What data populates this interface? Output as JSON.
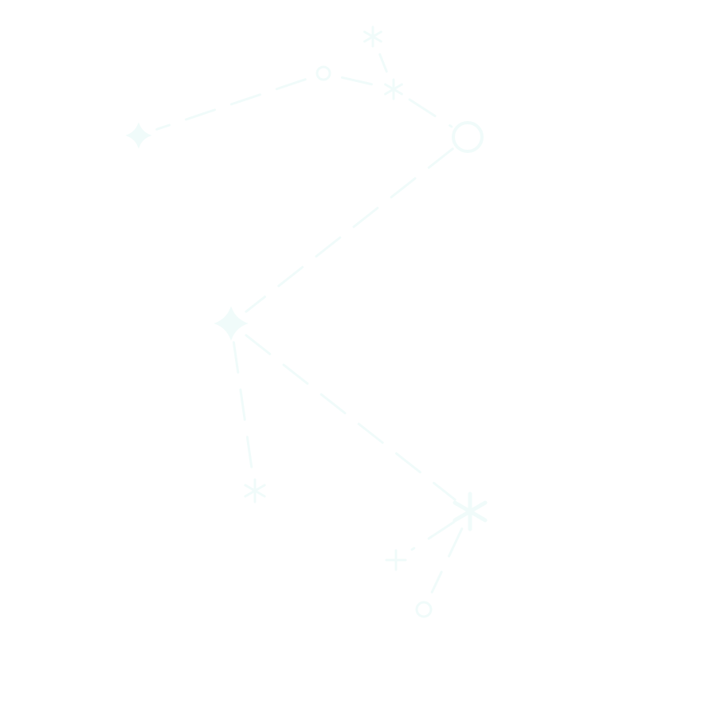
{
  "colors": {
    "background": "#ffffff",
    "constellation_stroke": "#f0fbfa"
  },
  "constellation": {
    "stars": [
      {
        "id": "s1",
        "icon": "asterisk-star-icon"
      },
      {
        "id": "s2",
        "icon": "small-ring-star-icon"
      },
      {
        "id": "s3",
        "icon": "asterisk-star-icon"
      },
      {
        "id": "s4",
        "icon": "four-point-sparkle-icon"
      },
      {
        "id": "s5",
        "icon": "ring-star-icon"
      },
      {
        "id": "s6",
        "icon": "four-point-sparkle-icon"
      },
      {
        "id": "s7",
        "icon": "asterisk-star-icon"
      },
      {
        "id": "s8",
        "icon": "asterisk-star-icon"
      },
      {
        "id": "s9",
        "icon": "cross-star-icon"
      },
      {
        "id": "s10",
        "icon": "small-ring-star-icon"
      }
    ],
    "connections": [
      [
        "s1",
        "s3"
      ],
      [
        "s2",
        "s3"
      ],
      [
        "s2",
        "s4"
      ],
      [
        "s3",
        "s5"
      ],
      [
        "s5",
        "s6"
      ],
      [
        "s6",
        "s7"
      ],
      [
        "s6",
        "s8"
      ],
      [
        "s8",
        "s9"
      ],
      [
        "s8",
        "s10"
      ]
    ]
  }
}
